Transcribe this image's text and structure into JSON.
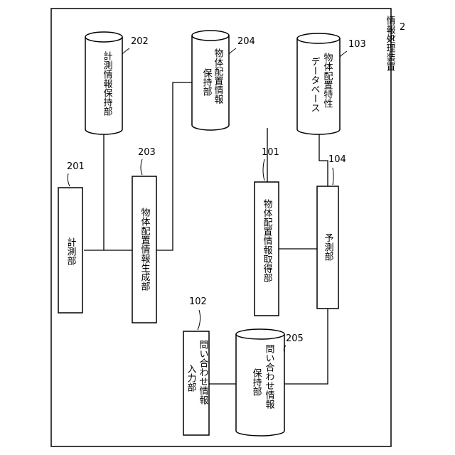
{
  "device": {
    "label": "情報処理装置",
    "ref": "2"
  },
  "blocks": {
    "measurement": {
      "label": "計測部",
      "ref": "201"
    },
    "arrangement_gen": {
      "label": "物体配置情報生成部",
      "ref": "203"
    },
    "arrangement_acq": {
      "label": "物体配置情報取得部",
      "ref": "101"
    },
    "prediction": {
      "label": "予測部",
      "ref": "104"
    },
    "query_input": {
      "label_line1": "問い合わせ情報",
      "label_line2": "入力部",
      "ref": "102"
    }
  },
  "storages": {
    "measurement_store": {
      "label": "計測情報保持部",
      "ref": "202"
    },
    "arrangement_store": {
      "label_line1": "物体配置情報",
      "label_line2": "保持部",
      "ref": "204"
    },
    "characteristic_db": {
      "label_line1": "物体配置特性",
      "label_line2": "データベース",
      "ref": "103"
    },
    "query_store": {
      "label_line1": "問い合わせ情報",
      "label_line2": "保持部",
      "ref": "205"
    }
  }
}
